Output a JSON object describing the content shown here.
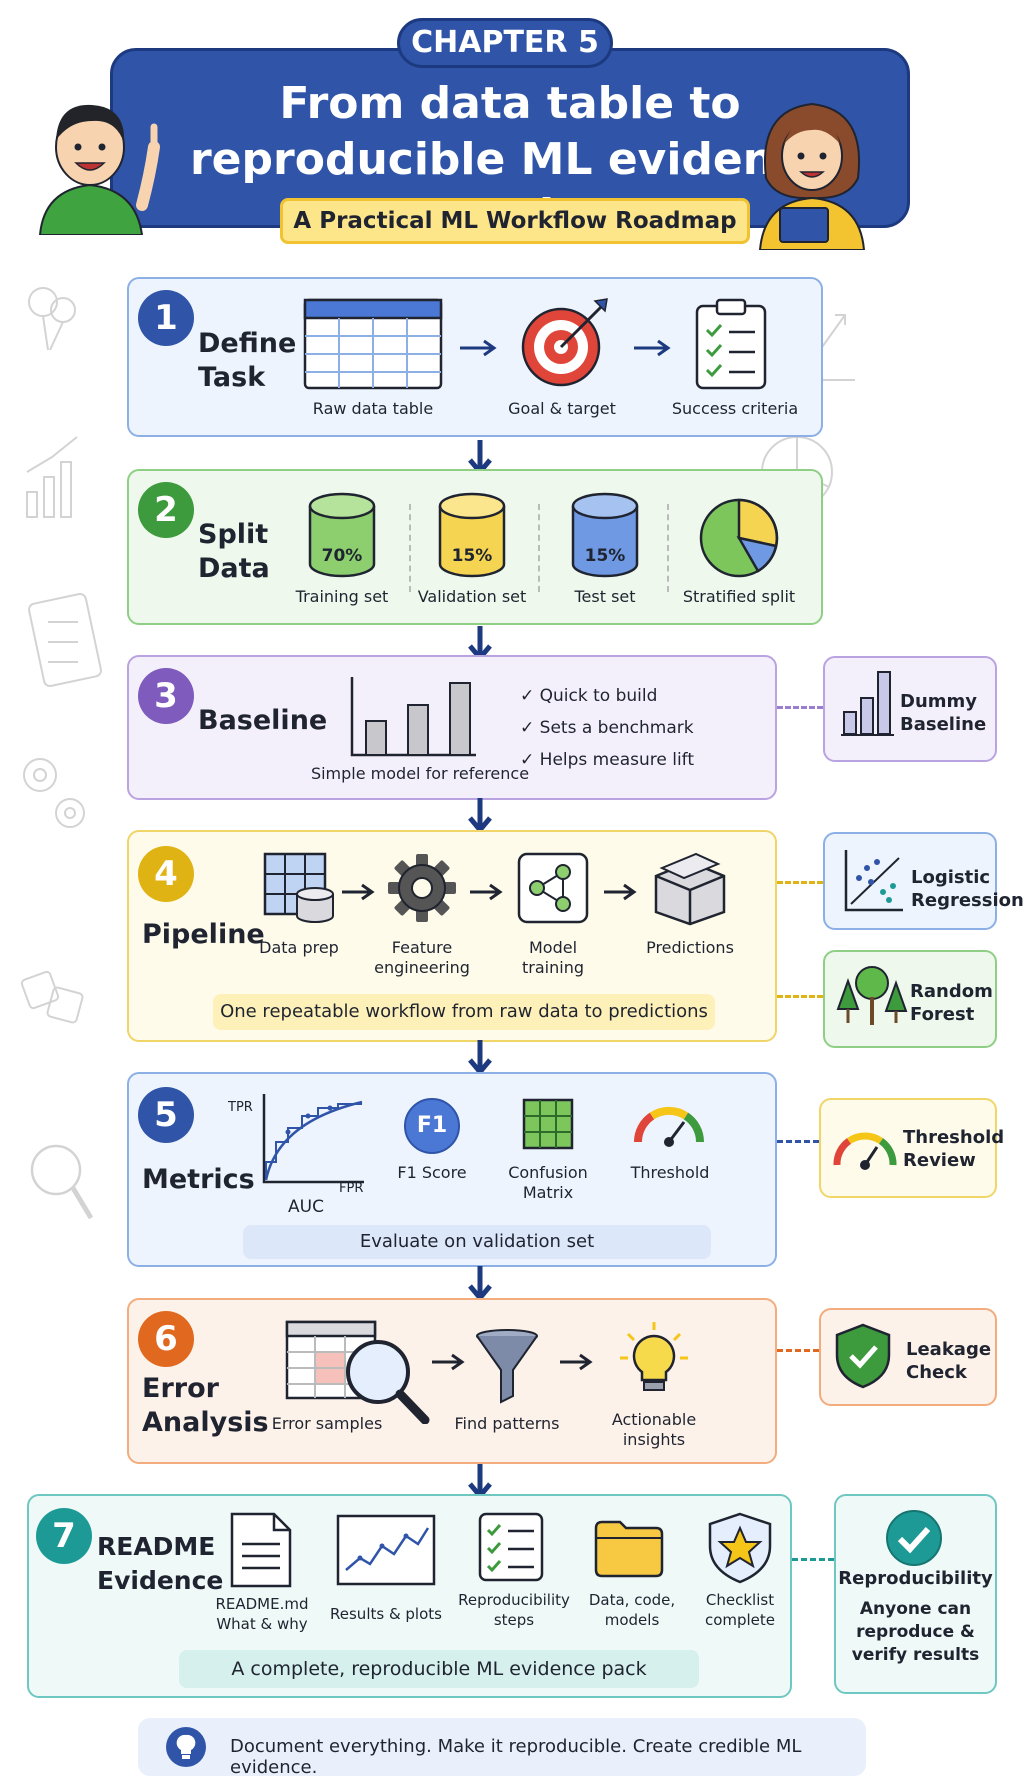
{
  "header": {
    "chapter": "CHAPTER 5",
    "title_line1": "From data table to",
    "title_line2": "reproducible ML evidence pack",
    "subtitle": "A Practical ML Workflow Roadmap"
  },
  "steps": [
    {
      "number": "1",
      "title_l1": "Define",
      "title_l2": "Task",
      "items": [
        "Raw data table",
        "Goal & target",
        "Success criteria"
      ]
    },
    {
      "number": "2",
      "title_l1": "Split",
      "title_l2": "Data",
      "items": [
        "Training set",
        "Validation set",
        "Test set",
        "Stratified split"
      ],
      "percents": [
        "70%",
        "15%",
        "15%"
      ]
    },
    {
      "number": "3",
      "title_l1": "Baseline",
      "caption": "Simple model for reference",
      "checks": [
        "Quick to build",
        "Sets a benchmark",
        "Helps measure lift"
      ],
      "side": {
        "l1": "Dummy",
        "l2": "Baseline"
      }
    },
    {
      "number": "4",
      "title_l1": "Pipeline",
      "items": [
        [
          "Data prep"
        ],
        [
          "Feature",
          "engineering"
        ],
        [
          "Model",
          "training"
        ],
        [
          "Predictions"
        ]
      ],
      "note": "One repeatable workflow from raw data to predictions",
      "sides": [
        {
          "l1": "Logistic",
          "l2": "Regression"
        },
        {
          "l1": "Random",
          "l2": "Forest"
        }
      ]
    },
    {
      "number": "5",
      "title_l1": "Metrics",
      "roc": {
        "y": "TPR",
        "x": "FPR",
        "caption": "AUC"
      },
      "f1_badge": "F1",
      "items": [
        [
          "F1 Score"
        ],
        [
          "Confusion",
          "Matrix"
        ],
        [
          "Threshold"
        ]
      ],
      "note": "Evaluate on validation set",
      "side": {
        "l1": "Threshold",
        "l2": "Review"
      }
    },
    {
      "number": "6",
      "title_l1": "Error",
      "title_l2": "Analysis",
      "items": [
        [
          "Error samples"
        ],
        [
          "Find patterns"
        ],
        [
          "Actionable",
          "insights"
        ]
      ],
      "side": {
        "l1": "Leakage",
        "l2": "Check"
      }
    },
    {
      "number": "7",
      "title_l1": "README",
      "title_l2": "Evidence",
      "items": [
        [
          "README.md",
          "What & why"
        ],
        [
          "Results & plots"
        ],
        [
          "Reproducibility",
          "steps"
        ],
        [
          "Data, code,",
          "models"
        ],
        [
          "Checklist",
          "complete"
        ]
      ],
      "note": "A complete, reproducible ML evidence pack",
      "side": {
        "title": "Reproducibility",
        "l1": "Anyone can",
        "l2": "reproduce &",
        "l3": "verify results"
      }
    }
  ],
  "footer": {
    "text": "Document everything. Make it reproducible. Create credible ML evidence."
  },
  "colors": {
    "blue": "#2f54a8",
    "green": "#3d9a3d",
    "purple": "#7e5bbd",
    "yellow": "#e0b314",
    "orange": "#e0691f",
    "teal": "#1e9a96",
    "navy": "#1d3a80"
  }
}
